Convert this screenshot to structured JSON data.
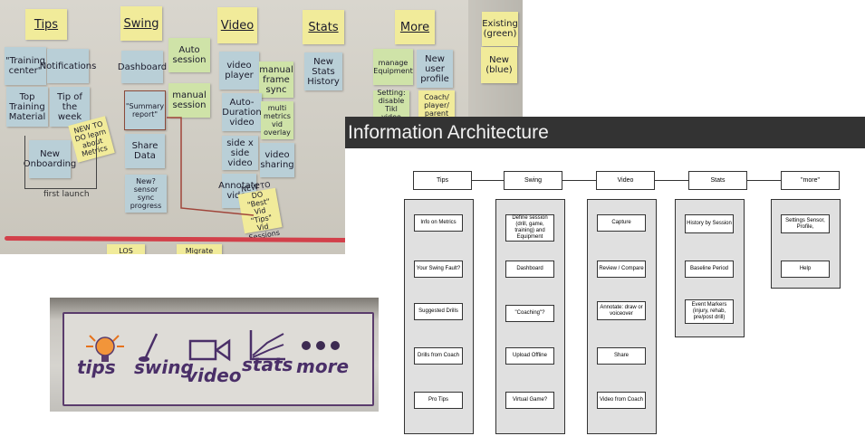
{
  "whiteboard": {
    "headers": [
      "Tips",
      "Swing",
      "Video",
      "Stats",
      "More"
    ],
    "legend": {
      "existing": "Existing (green)",
      "new": "New (blue)"
    },
    "notes": [
      {
        "text": "\"Training center\""
      },
      {
        "text": "Notifications"
      },
      {
        "text": "Top Training Material"
      },
      {
        "text": "Tip of the week"
      },
      {
        "text": "New Onboarding"
      },
      {
        "text": "NEW TO DO learn about Metrics"
      },
      {
        "text": "Dashboard"
      },
      {
        "text": "Auto session"
      },
      {
        "text": "\"Summary report\""
      },
      {
        "text": "manual session"
      },
      {
        "text": "Share Data"
      },
      {
        "text": "New? sensor sync progress"
      },
      {
        "text": "video player"
      },
      {
        "text": "manual frame sync"
      },
      {
        "text": "Auto-Duration video"
      },
      {
        "text": "multi metrics vid overlay"
      },
      {
        "text": "side x side video"
      },
      {
        "text": "video sharing"
      },
      {
        "text": "Annotate video"
      },
      {
        "text": "NEW TO DO \"Best\" Vid \"Tips\" Vid Sessions"
      },
      {
        "text": "New Stats History"
      },
      {
        "text": "manage Equipment"
      },
      {
        "text": "New user profile"
      },
      {
        "text": "Setting: disable Tikl video"
      },
      {
        "text": "Coach/ player/ parent"
      }
    ],
    "footer_notes": [
      "LOS",
      "Migrate"
    ],
    "first_launch": "first launch"
  },
  "ia": {
    "title": "Information Architecture",
    "categories": [
      "Tips",
      "Swing",
      "Video",
      "Stats",
      "\"more\""
    ],
    "columns": [
      [
        "Info on Metrics",
        "Your Swing Fault?",
        "Suggested Drills",
        "Drills from Coach",
        "Pro Tips"
      ],
      [
        "Define session (drill, game, training) and Equipment",
        "Dashboard",
        "\"Coaching\"?",
        "Upload Offline",
        "Virtual Game?"
      ],
      [
        "Capture",
        "Review / Compare",
        "Annotate: draw or voiceover",
        "Share",
        "Video from Coach"
      ],
      [
        "History by Session",
        "Baseline Period",
        "Event Markers (injury, rehab, pre/post drill)"
      ],
      [
        "Settings Sensor, Profile,",
        "Help"
      ]
    ]
  },
  "sketch": {
    "labels": [
      "tips",
      "swing",
      "video",
      "stats",
      "more"
    ],
    "icons": [
      "lightbulb-icon",
      "golf-club-icon",
      "video-camera-icon",
      "line-chart-icon",
      "more-dots-icon"
    ]
  }
}
